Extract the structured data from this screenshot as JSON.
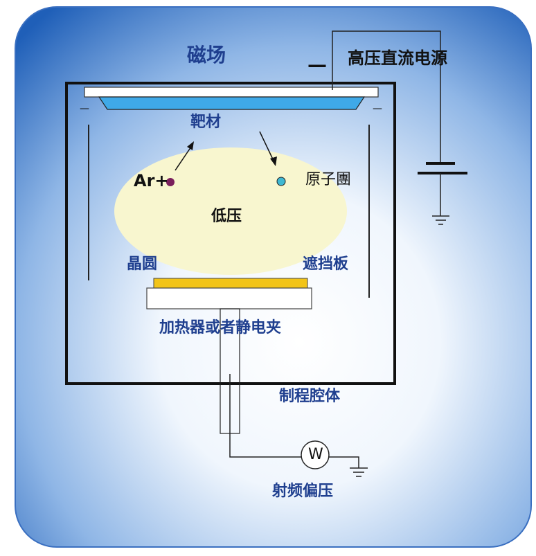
{
  "labels": {
    "magnetic_field": "磁场",
    "power_source": "高压直流电源",
    "minus_sign": "—",
    "target": "靶材",
    "ar_ion": "Ar+",
    "atom_group": "原子團",
    "low_pressure": "低压",
    "wafer": "晶圆",
    "shield": "遮挡板",
    "heater_chuck": "加热器或者静电夹",
    "chamber": "制程腔体",
    "rf_bias": "射频偏压",
    "wattmeter": "W",
    "shield_left_mark": "—",
    "shield_right_mark": "—"
  },
  "colors": {
    "panel_edge": "#1f5fb8",
    "panel_center": "#ffffff",
    "plasma": "#f8f6cf",
    "target_fill": "#3fa9e8",
    "wafer_fill": "#f2c418",
    "ar_ion": "#7a1f5c",
    "atom": "#3fb8d2",
    "text_blue": "#1f3f8f"
  }
}
